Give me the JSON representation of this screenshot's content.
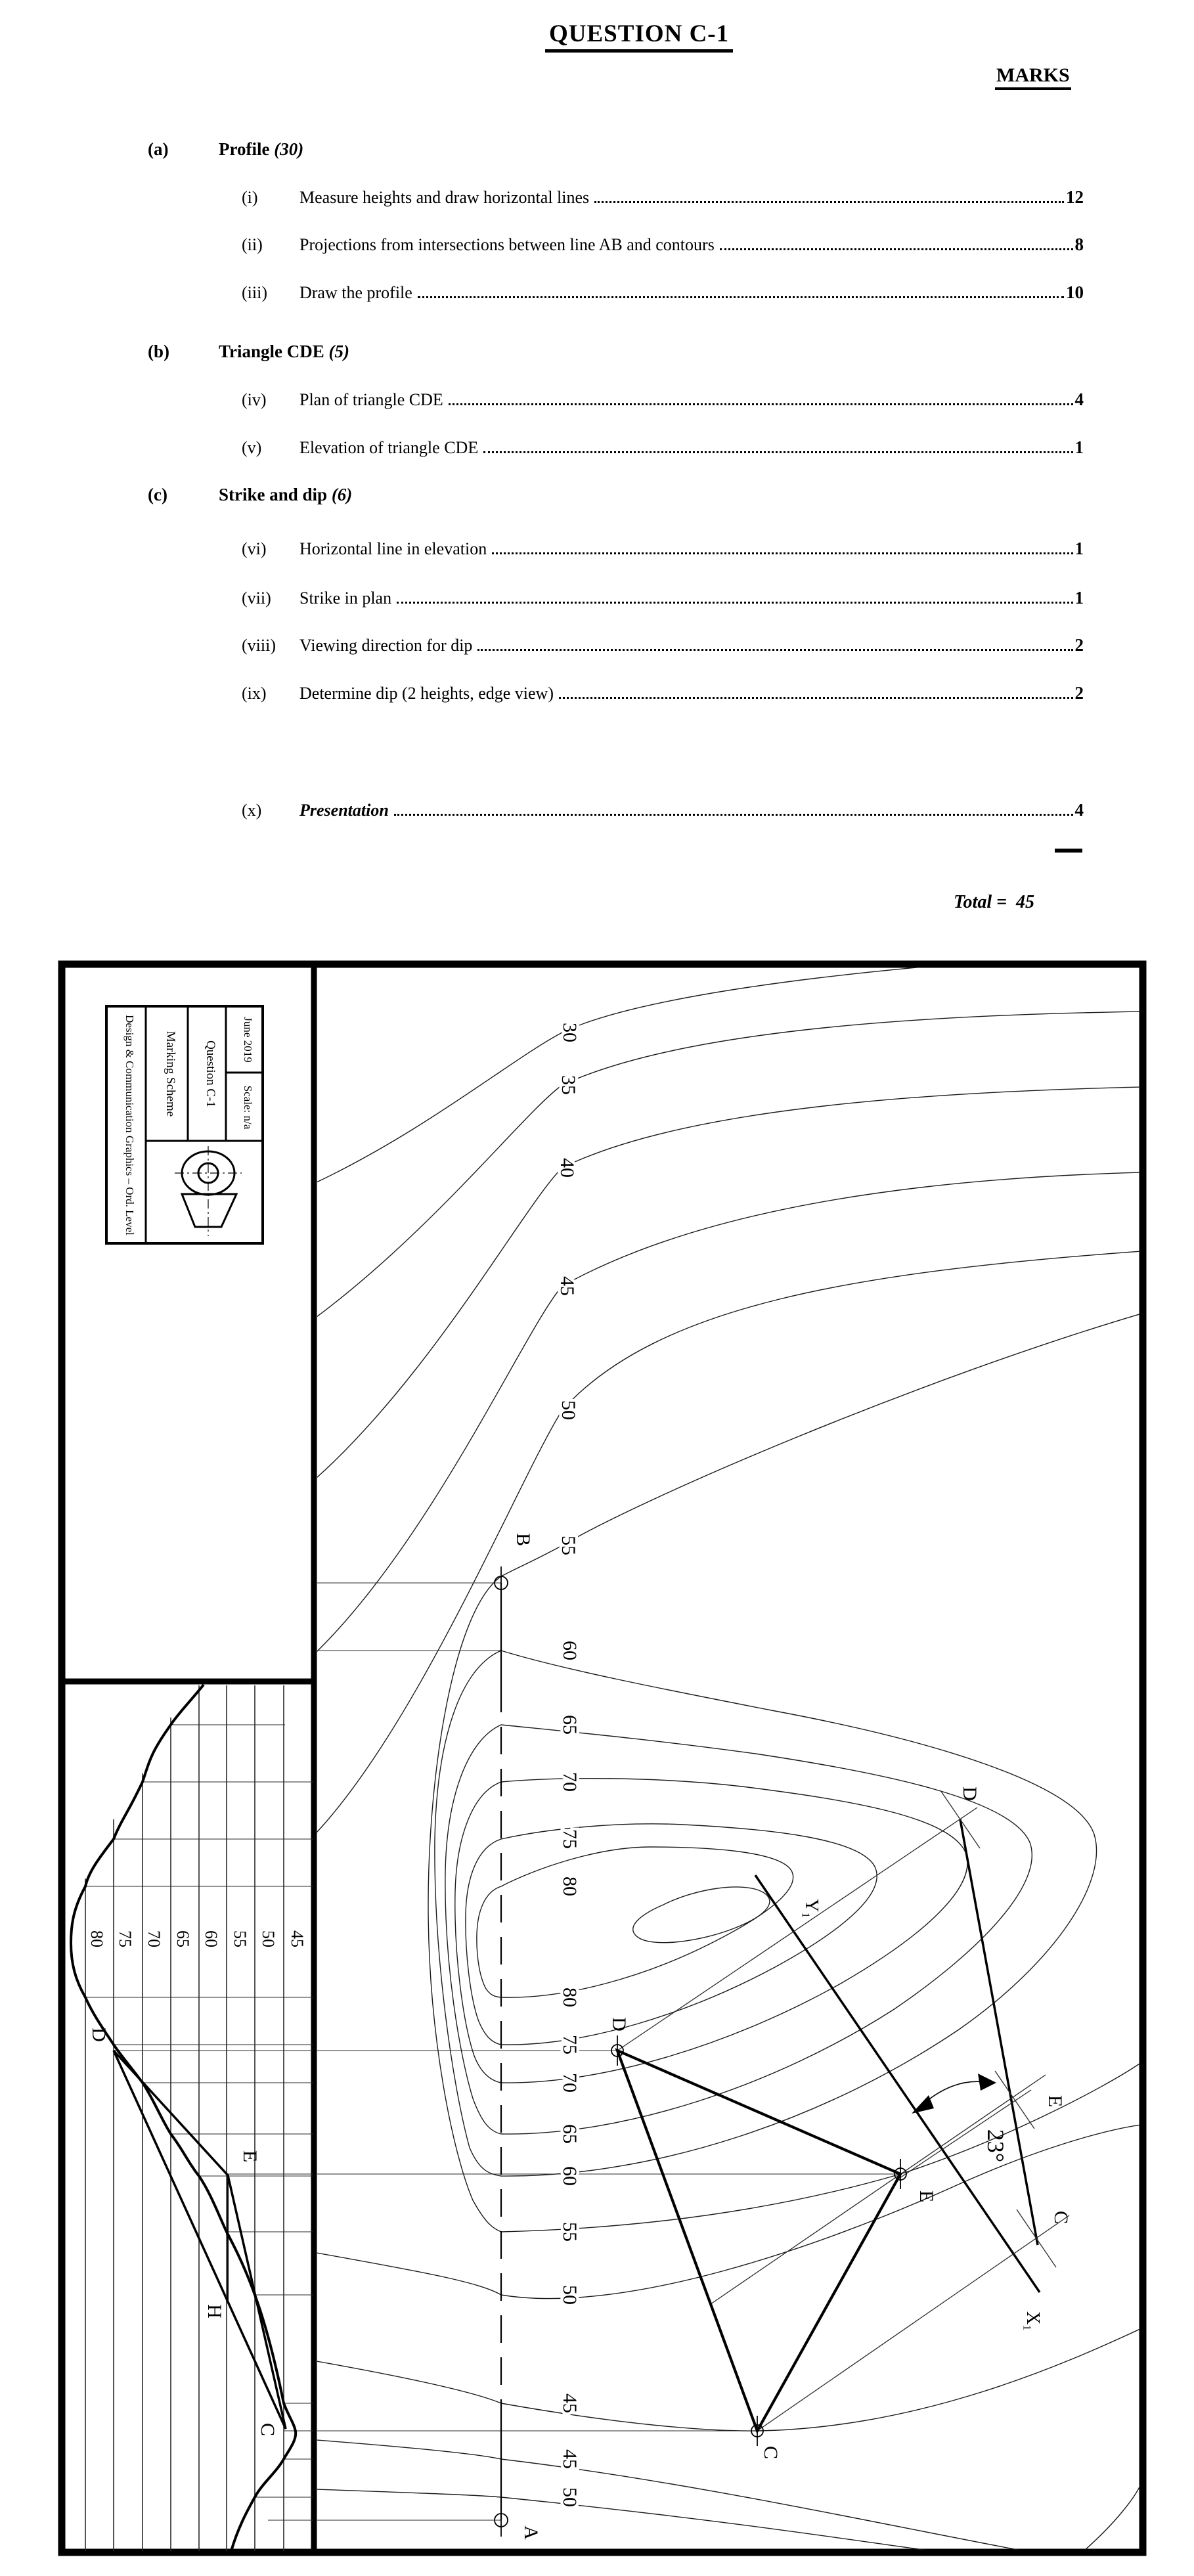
{
  "page": {
    "title": "QUESTION C-1",
    "marks_heading": "MARKS",
    "total_label": "Total =",
    "total_value": "45"
  },
  "sections": [
    {
      "letter": "(a)",
      "title": "Profile",
      "weight": "(30)",
      "items": [
        {
          "num": "(i)",
          "text": "Measure heights and draw horizontal lines",
          "marks": "12"
        },
        {
          "num": "(ii)",
          "text": "Projections from intersections between line AB and contours",
          "marks": "8"
        },
        {
          "num": "(iii)",
          "text": "Draw the profile",
          "marks": "10"
        }
      ]
    },
    {
      "letter": "(b)",
      "title": "Triangle CDE",
      "weight": "(5)",
      "items": [
        {
          "num": "(iv)",
          "text": "Plan of triangle CDE",
          "marks": "4"
        },
        {
          "num": "(v)",
          "text": "Elevation of triangle CDE",
          "marks": "1"
        }
      ]
    },
    {
      "letter": "(c)",
      "title": "Strike and dip",
      "weight": "(6)",
      "items": [
        {
          "num": "(vi)",
          "text": "Horizontal line in elevation",
          "marks": "1"
        },
        {
          "num": "(vii)",
          "text": "Strike in plan",
          "marks": "1"
        },
        {
          "num": "(viii)",
          "text": "Viewing direction for dip",
          "marks": "2"
        },
        {
          "num": "(ix)",
          "text": "Determine dip (2 heights, edge view)",
          "marks": "2"
        }
      ]
    }
  ],
  "presentation_item": {
    "num": "(x)",
    "text": "Presentation",
    "marks": "4"
  },
  "title_block": {
    "course": "Design & Communication Graphics – Ord. Level",
    "doc": "Marking Scheme",
    "question": "Question C-1",
    "date": "June 2019",
    "scale": "Scale: n/a"
  },
  "drawing": {
    "ab_labels": [
      {
        "t": "30"
      },
      {
        "t": "35"
      },
      {
        "t": "40"
      },
      {
        "t": "45"
      },
      {
        "t": "50"
      },
      {
        "t": "55"
      },
      {
        "t": "60"
      },
      {
        "t": "65"
      },
      {
        "t": "70"
      },
      {
        "t": "75"
      },
      {
        "t": "80"
      },
      {
        "t": "80"
      },
      {
        "t": "75"
      },
      {
        "t": "70"
      },
      {
        "t": "65"
      },
      {
        "t": "60"
      },
      {
        "t": "55"
      },
      {
        "t": "50"
      },
      {
        "t": "45"
      },
      {
        "t": "45"
      },
      {
        "t": "50"
      }
    ],
    "profile_scale": [
      {
        "t": "80"
      },
      {
        "t": "75"
      },
      {
        "t": "70"
      },
      {
        "t": "65"
      },
      {
        "t": "60"
      },
      {
        "t": "55"
      },
      {
        "t": "50"
      },
      {
        "t": "45"
      }
    ],
    "plan_labels": [
      {
        "t": "B"
      },
      {
        "t": "A"
      },
      {
        "t": "D"
      },
      {
        "t": "E"
      },
      {
        "t": "C"
      },
      {
        "t": "D"
      },
      {
        "t": "E"
      },
      {
        "t": "C"
      },
      {
        "t": "Y₁"
      },
      {
        "t": "X₁"
      },
      {
        "t": "23°"
      }
    ],
    "profile_labels": [
      {
        "t": "D"
      },
      {
        "t": "E"
      },
      {
        "t": "H"
      },
      {
        "t": "C"
      }
    ]
  }
}
